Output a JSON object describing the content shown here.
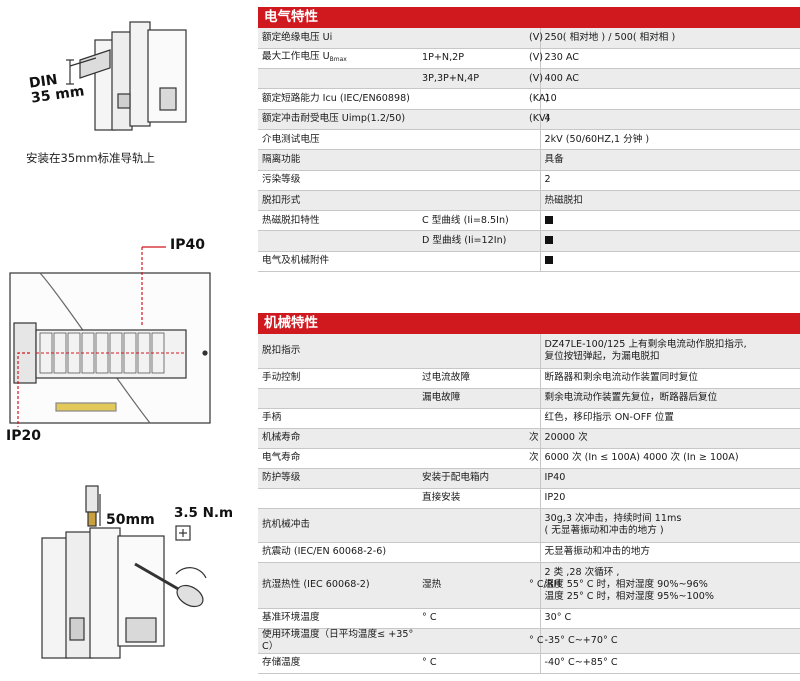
{
  "left": {
    "din_label": "DIN\n35 mm",
    "caption": "安装在35mm标准导轨上",
    "ip40": "IP40",
    "ip20": "IP20",
    "wire_length": "50mm",
    "torque": "3.5 N.m"
  },
  "electrical": {
    "title": "电气特性",
    "rows": [
      {
        "label": "额定绝缘电压 Ui",
        "sub": "",
        "unit": "(V)",
        "value": "250( 相对地 ) / 500( 相对相 )"
      },
      {
        "label": "最大工作电压 U",
        "label_sub": "Bmax",
        "sub": "1P+N,2P",
        "unit": "(V)",
        "value": "230 AC"
      },
      {
        "label": "",
        "sub": "3P,3P+N,4P",
        "unit": "(V)",
        "value": "400 AC"
      },
      {
        "label": "额定短路能力 Icu (IEC/EN60898)",
        "sub": "",
        "unit": "(KA)",
        "value": "10"
      },
      {
        "label": "额定冲击耐受电压 Uimp(1.2/50)",
        "sub": "",
        "unit": "(KV)",
        "value": "4"
      },
      {
        "label": "介电测试电压",
        "sub": "",
        "unit": "",
        "value": "2kV (50/60HZ,1 分钟 )"
      },
      {
        "label": "隔离功能",
        "sub": "",
        "unit": "",
        "value": "具备"
      },
      {
        "label": "污染等级",
        "sub": "",
        "unit": "",
        "value": "2"
      },
      {
        "label": "脱扣形式",
        "sub": "",
        "unit": "",
        "value": "热磁脱扣"
      },
      {
        "label": "热磁脱扣特性",
        "sub": "C 型曲线 (Ii=8.5In)",
        "unit": "",
        "value": "",
        "mark": true
      },
      {
        "label": "",
        "sub": "D 型曲线 (Ii=12In)",
        "unit": "",
        "value": "",
        "mark": true
      },
      {
        "label": "电气及机械附件",
        "sub": "",
        "unit": "",
        "value": "",
        "mark": true
      }
    ]
  },
  "mechanical": {
    "title": "机械特性",
    "rows": [
      {
        "label": "脱扣指示",
        "sub": "",
        "unit": "",
        "value": "DZ47LE-100/125 上有剩余电流动作脱扣指示,\n复位按钮弹起，为漏电脱扣",
        "h": 34
      },
      {
        "label": "手动控制",
        "sub": "过电流故障",
        "unit": "",
        "value": "断路器和剩余电流动作装置同时复位",
        "h": 20
      },
      {
        "label": "",
        "sub": "漏电故障",
        "unit": "",
        "value": "剩余电流动作装置先复位，断路器后复位",
        "h": 20
      },
      {
        "label": "手柄",
        "sub": "",
        "unit": "",
        "value": "红色，移印指示 ON-OFF 位置",
        "h": 20
      },
      {
        "label": "机械寿命",
        "sub": "",
        "unit": "次",
        "value": "20000 次",
        "h": 20
      },
      {
        "label": "电气寿命",
        "sub": "",
        "unit": "次",
        "value": "6000 次 (In ≤ 100A)   4000 次 (In ≥ 100A)",
        "h": 20
      },
      {
        "label": "防护等级",
        "sub": "安装于配电箱内",
        "unit": "",
        "value": "IP40",
        "h": 20
      },
      {
        "label": "",
        "sub": "直接安装",
        "unit": "",
        "value": "IP20",
        "h": 20
      },
      {
        "label": "抗机械冲击",
        "sub": "",
        "unit": "",
        "value": "30g,3 次冲击，持续时间 11ms\n( 无显著振动和冲击的地方 )",
        "h": 34
      },
      {
        "label": "抗震动 (IEC/EN 60068-2-6)",
        "sub": "",
        "unit": "",
        "value": "无显著振动和冲击的地方",
        "h": 20
      },
      {
        "label": "抗湿热性 (IEC 60068-2)",
        "sub": "湿热",
        "unit": "° C/RH",
        "value": "2 类 ,28 次循环 ,\n温度 55° C 时，相对湿度 90%~96%\n温度 25° C 时，相对湿度 95%~100%",
        "h": 46
      },
      {
        "label": "基准环境温度",
        "sub": "° C",
        "unit": "",
        "value": "30° C",
        "h": 20
      },
      {
        "label": "使用环境温度（日平均温度≤ +35° C）",
        "sub": "",
        "unit": "° C",
        "value": "-35° C~+70° C",
        "h": 20
      },
      {
        "label": "存储温度",
        "sub": "° C",
        "unit": "",
        "value": "-40° C~+85° C",
        "h": 20
      }
    ]
  }
}
